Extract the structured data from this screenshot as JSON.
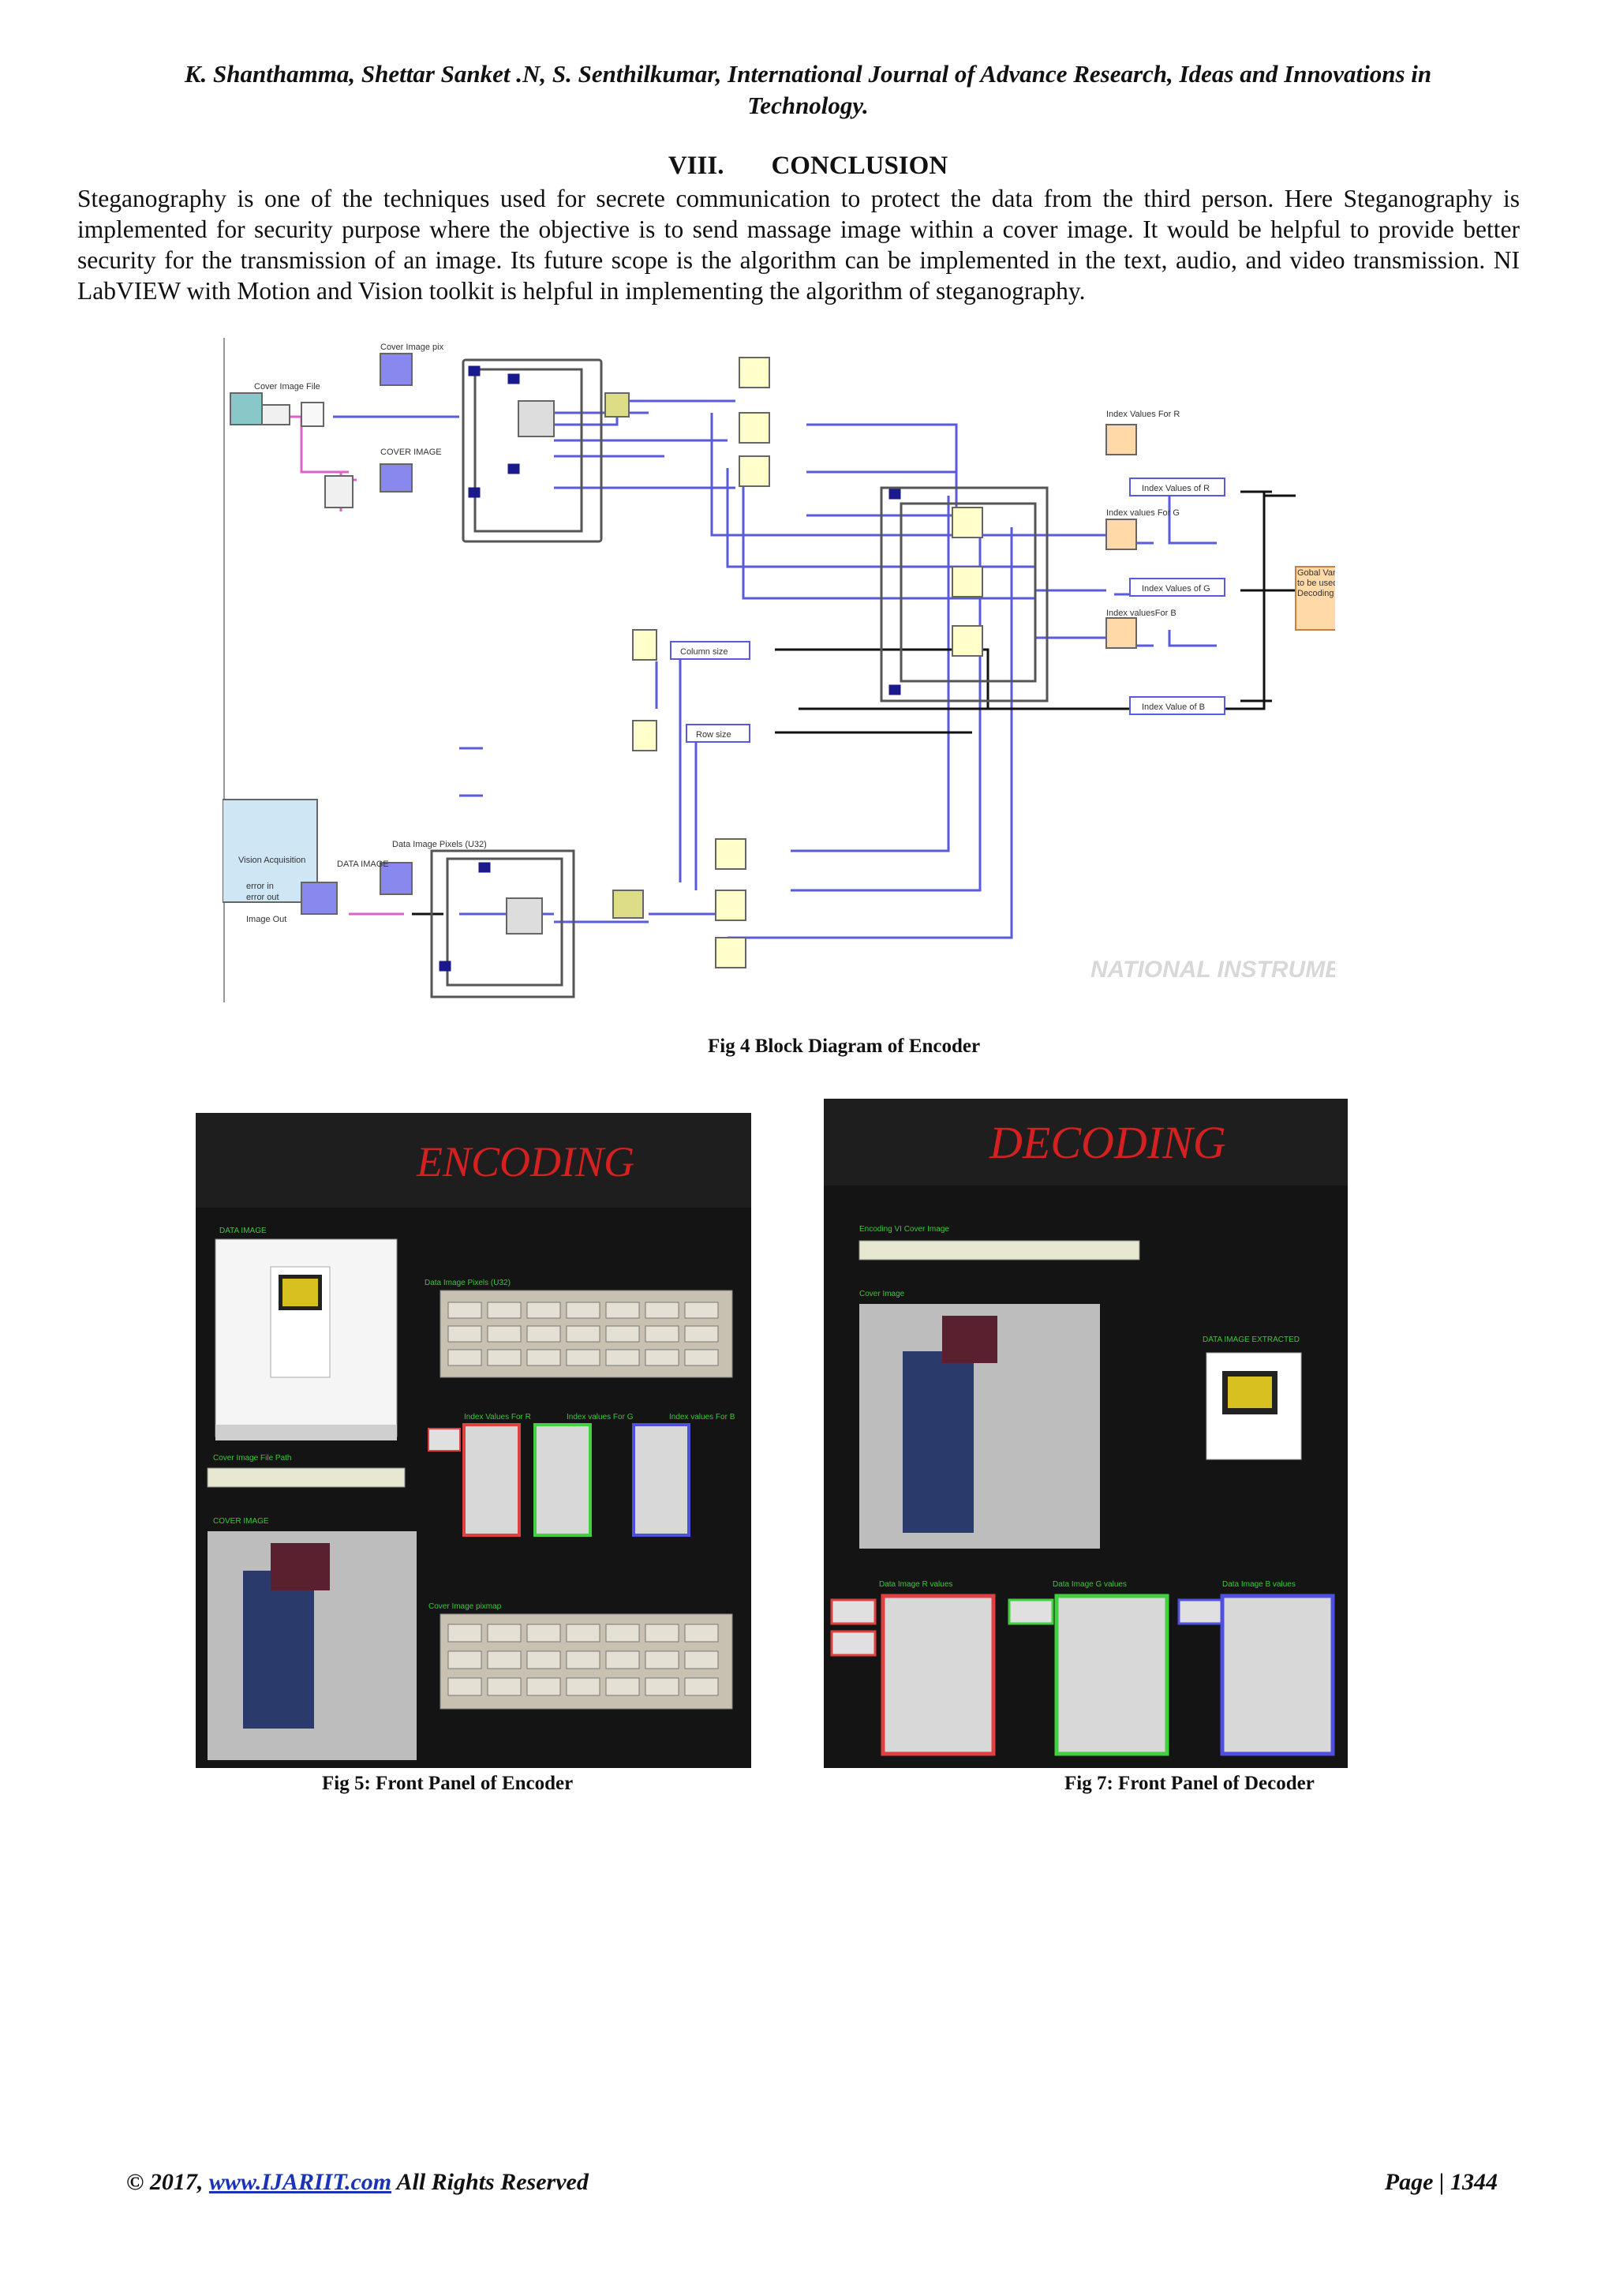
{
  "header": {
    "authors_line": "K. Shanthamma, Shettar Sanket .N, S. Senthilkumar, International Journal of Advance Research, Ideas and Innovations in",
    "journal_line2": "Technology."
  },
  "section": {
    "number": "VIII.",
    "title": "CONCLUSION"
  },
  "body": "Steganography is one of the techniques used for secrete communication to protect the data from the third person. Here Steganography is implemented for security purpose where the objective is to send massage image within a cover image. It would be helpful to provide better security for the transmission of an image. Its future scope is the algorithm can be implemented in the text, audio, and video transmission. NI LabVIEW with Motion and Vision toolkit is helpful in implementing the algorithm of steganography.",
  "figures": {
    "fig4": {
      "caption": "Fig 4 Block Diagram of Encoder",
      "labels": {
        "cover_image_file": "Cover Image File",
        "cover_image_pixels": "Cover Image pix",
        "cover_image": "COVER IMAGE",
        "index_r": "Index Values For R",
        "index_r_ctrl": "Index Values of R",
        "index_g": "Index values For G",
        "index_g_ctrl": "Index Values of G",
        "index_b": "Index valuesFor B",
        "index_b_ctrl": "Index Value of B",
        "global_vars": "Gobal Variables to be used in Decoding VI",
        "column_size": "Column size",
        "row_size": "Row size",
        "vision_acq": "Vision Acquisition",
        "error_in": "error in",
        "error_out": "error out",
        "image_out": "Image Out",
        "data_image": "DATA IMAGE",
        "data_image_pixels": "Data Image Pixels (U32)",
        "watermark": "NATIONAL INSTRUMENTS"
      }
    },
    "fig5": {
      "caption": "Fig 5: Front Panel of Encoder",
      "title": "ENCODING",
      "labels": {
        "data_image": "DATA IMAGE",
        "data_image_pixels": "Data Image Pixels (U32)",
        "index_r": "Index Values For R",
        "index_g": "Index values For G",
        "index_b": "Index values For B",
        "cover_path": "Cover Image File Path",
        "cover_image": "COVER IMAGE",
        "cover_pixmap": "Cover Image pixmap"
      }
    },
    "fig7": {
      "caption": "Fig 7: Front Panel of Decoder",
      "title": "DECODING",
      "labels": {
        "cover_path": "Encoding VI Cover Image",
        "cover_image": "Cover Image",
        "extracted": "DATA IMAGE EXTRACTED",
        "r_values": "Data Image R values",
        "g_values": "Data Image G values",
        "b_values": "Data Image B values"
      }
    }
  },
  "footer": {
    "copyright_prefix": "© 2017, ",
    "link": "www.IJARIIT.com",
    "suffix": " All Rights Reserved",
    "page": "Page | 1344"
  },
  "colors": {
    "wire_blue": "#5a5adc",
    "wire_pink": "#e060c8",
    "wire_black": "#111111",
    "panel_bg": "#141414",
    "title_red": "#d42020"
  }
}
